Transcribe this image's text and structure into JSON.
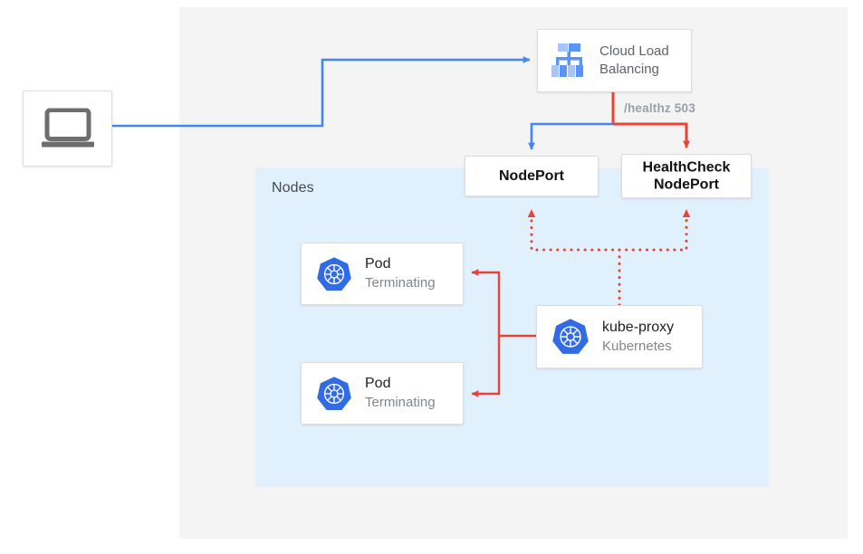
{
  "palette": {
    "blue": "#4285f4",
    "red": "#ea4335",
    "k8s_blue": "#326ce5",
    "canvas_bg": "#f4f4f4",
    "nodes_bg": "#e1f0fd",
    "card_bg": "#ffffff",
    "card_border": "#dddddd",
    "laptop_gray": "#6e6e6e",
    "muted_text": "#80868b",
    "label_text": "#9aa0a6"
  },
  "regions": {
    "nodes": {
      "label": "Nodes"
    }
  },
  "client": {
    "icon": "laptop-icon"
  },
  "load_balancer": {
    "icon": "cloud-load-balancing-icon",
    "line1": "Cloud Load",
    "line2": "Balancing"
  },
  "ports": {
    "nodeport": {
      "line1": "NodePort",
      "line2": ""
    },
    "healthcheck_nodeport": {
      "line1": "HealthCheck",
      "line2": "NodePort"
    }
  },
  "edges": {
    "healthz_label": "/healthz 503"
  },
  "pods": [
    {
      "icon": "kubernetes-icon",
      "title": "Pod",
      "subtitle": "Terminating"
    },
    {
      "icon": "kubernetes-icon",
      "title": "Pod",
      "subtitle": "Terminating"
    }
  ],
  "kube_proxy": {
    "icon": "kubernetes-icon",
    "title": "kube-proxy",
    "subtitle": "Kubernetes"
  }
}
